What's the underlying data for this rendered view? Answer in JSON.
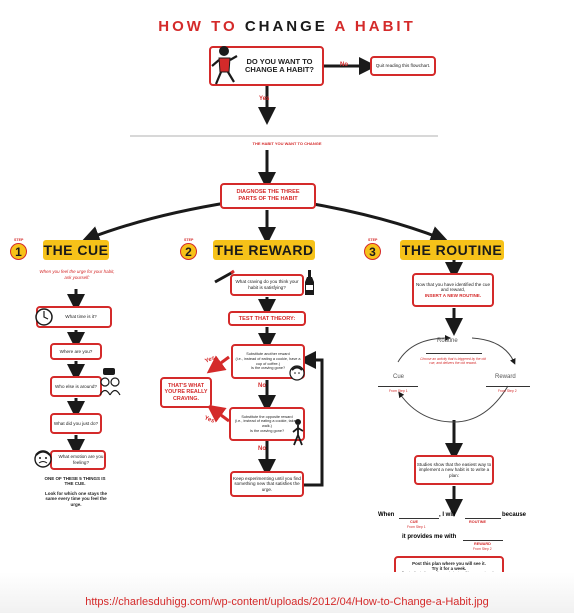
{
  "title": {
    "part1": "HOW TO",
    "part2": "CHANGE",
    "part3": "A",
    "part4": "HABIT"
  },
  "top": {
    "question": "DO YOU WANT TO CHANGE A HABIT?",
    "no_label": "No",
    "quit_text": "Quit reading this flowchart.",
    "yes_label": "Yes",
    "habit_label": "THE HABIT YOU WANT TO CHANGE",
    "diagnose": "DIAGNOSE THE THREE PARTS OF THE HABIT"
  },
  "steps": [
    {
      "step_word": "STEP",
      "num": "1",
      "title": "THE CUE"
    },
    {
      "step_word": "STEP",
      "num": "2",
      "title": "THE REWARD"
    },
    {
      "step_word": "STEP",
      "num": "3",
      "title": "THE ROUTINE"
    }
  ],
  "cue": {
    "intro": "When you feel the urge for your habit, ask yourself:",
    "q1": "What time is it?",
    "q2": "Where are you?",
    "q3": "Who else is around?",
    "q4": "What did you just do?",
    "q5": "What emotion are you feeling?",
    "red_note": "ONE OF THESE 5 THINGS IS THE CUE.",
    "black_note": "Look for which one stays the same every time you feel the urge."
  },
  "reward": {
    "q1": "What craving do you think your habit is satisfying?",
    "test": "TEST THAT THEORY:",
    "sub1": "Substitute another reward",
    "sub1_detail": "(i.e., instead of eating a cookie, have a cup of coffee.)",
    "sub1_q": "Is the craving gone?",
    "no1": "No",
    "sub2": "Substitute the opposite reward",
    "sub2_detail": "(i.e., instead of eating a cookie, take a walk.)",
    "sub2_q": "Is the craving gone?",
    "no2": "No",
    "keep": "Keep experimenting until you find something new that satisfies the urge.",
    "yes1": "Yes",
    "yes2": "Yes",
    "result": "THAT'S WHAT YOU'RE REALLY CRAVING."
  },
  "routine": {
    "intro": "Now that you have identified the cue and reward,",
    "insert": "INSERT A NEW ROUTINE.",
    "loop_routine": "Routine",
    "loop_routine_note": "Choose an activity that is triggered by the old cue, and delivers the old reward.",
    "loop_cue": "Cue",
    "loop_cue_from": "From Step 1",
    "loop_reward": "Reward",
    "loop_reward_from": "From Step 2",
    "studies": "Studies show that the easiest way to implement a new habit is to write a plan:",
    "plan_when": "When",
    "plan_i_will": ", I will",
    "plan_because": "because",
    "plan_cue": "CUE",
    "plan_cue_from": "From Step 1",
    "plan_routine": "ROUTINE",
    "plan_provides": "it provides me with",
    "plan_reward": "REWARD",
    "plan_reward_from": "From Step 2",
    "post1": "Post this plan where you will see it.",
    "post2": "Try it for a week.",
    "post_note": "Eventually, studies say, the new behavior will become automatic."
  },
  "source": "https://charlesduhigg.com/wp-content/uploads/2012/04/How-to-Change-a-Habit.jpg",
  "colors": {
    "red": "#d42a2a",
    "yellow": "#f6c219",
    "ink": "#1a1a1a"
  }
}
